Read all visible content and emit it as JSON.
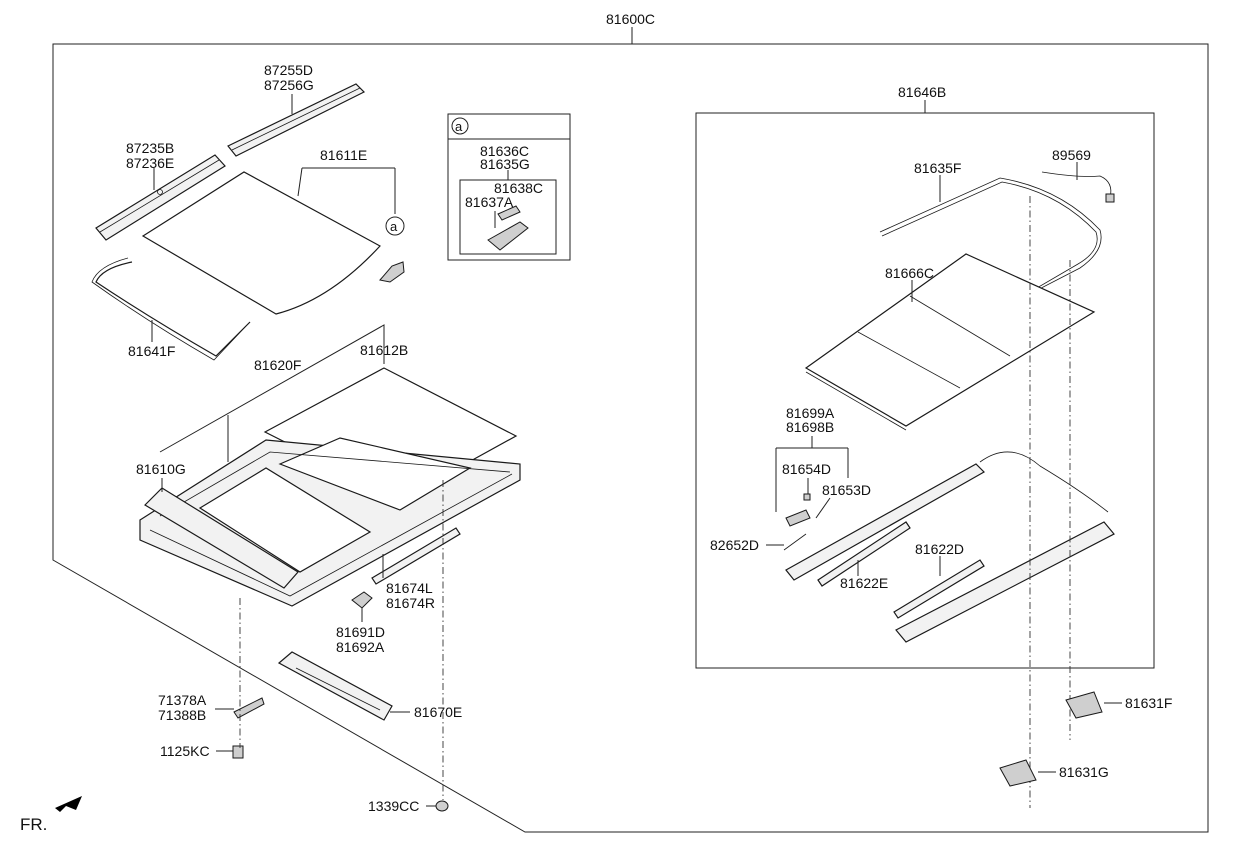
{
  "labels": {
    "l81600C": "81600C",
    "l87255D": "87255D",
    "l87256G": "87256G",
    "l87235B": "87235B",
    "l87236E": "87236E",
    "l81611E": "81611E",
    "l81641F": "81641F",
    "l81620F": "81620F",
    "l81612B": "81612B",
    "l81610G": "81610G",
    "l81674L": "81674L",
    "l81674R": "81674R",
    "l81691D": "81691D",
    "l81692A": "81692A",
    "l81670E": "81670E",
    "l71378A": "71378A",
    "l71388B": "71388B",
    "l1125KC": "1125KC",
    "l1339CC": "1339CC",
    "l81636C": "81636C",
    "l81635G": "81635G",
    "l81638C": "81638C",
    "l81637A": "81637A",
    "l81646B": "81646B",
    "l81635F": "81635F",
    "l89569": "89569",
    "l81666C": "81666C",
    "l81699A": "81699A",
    "l81698B": "81698B",
    "l81654D": "81654D",
    "l81653D": "81653D",
    "l82652D": "82652D",
    "l81622E": "81622E",
    "l81622D": "81622D",
    "l81631F": "81631F",
    "l81631G": "81631G",
    "callout_a": "a",
    "inset_a": "a",
    "fr": "FR."
  }
}
